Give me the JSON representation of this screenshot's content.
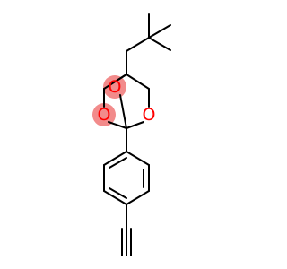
{
  "colors": {
    "background": "#ffffff",
    "bond": "#000000",
    "oxygen": "#ff0000",
    "highlight": "#f28b8b"
  },
  "atoms": {
    "o1": "O",
    "o2": "O",
    "o3": "O"
  }
}
